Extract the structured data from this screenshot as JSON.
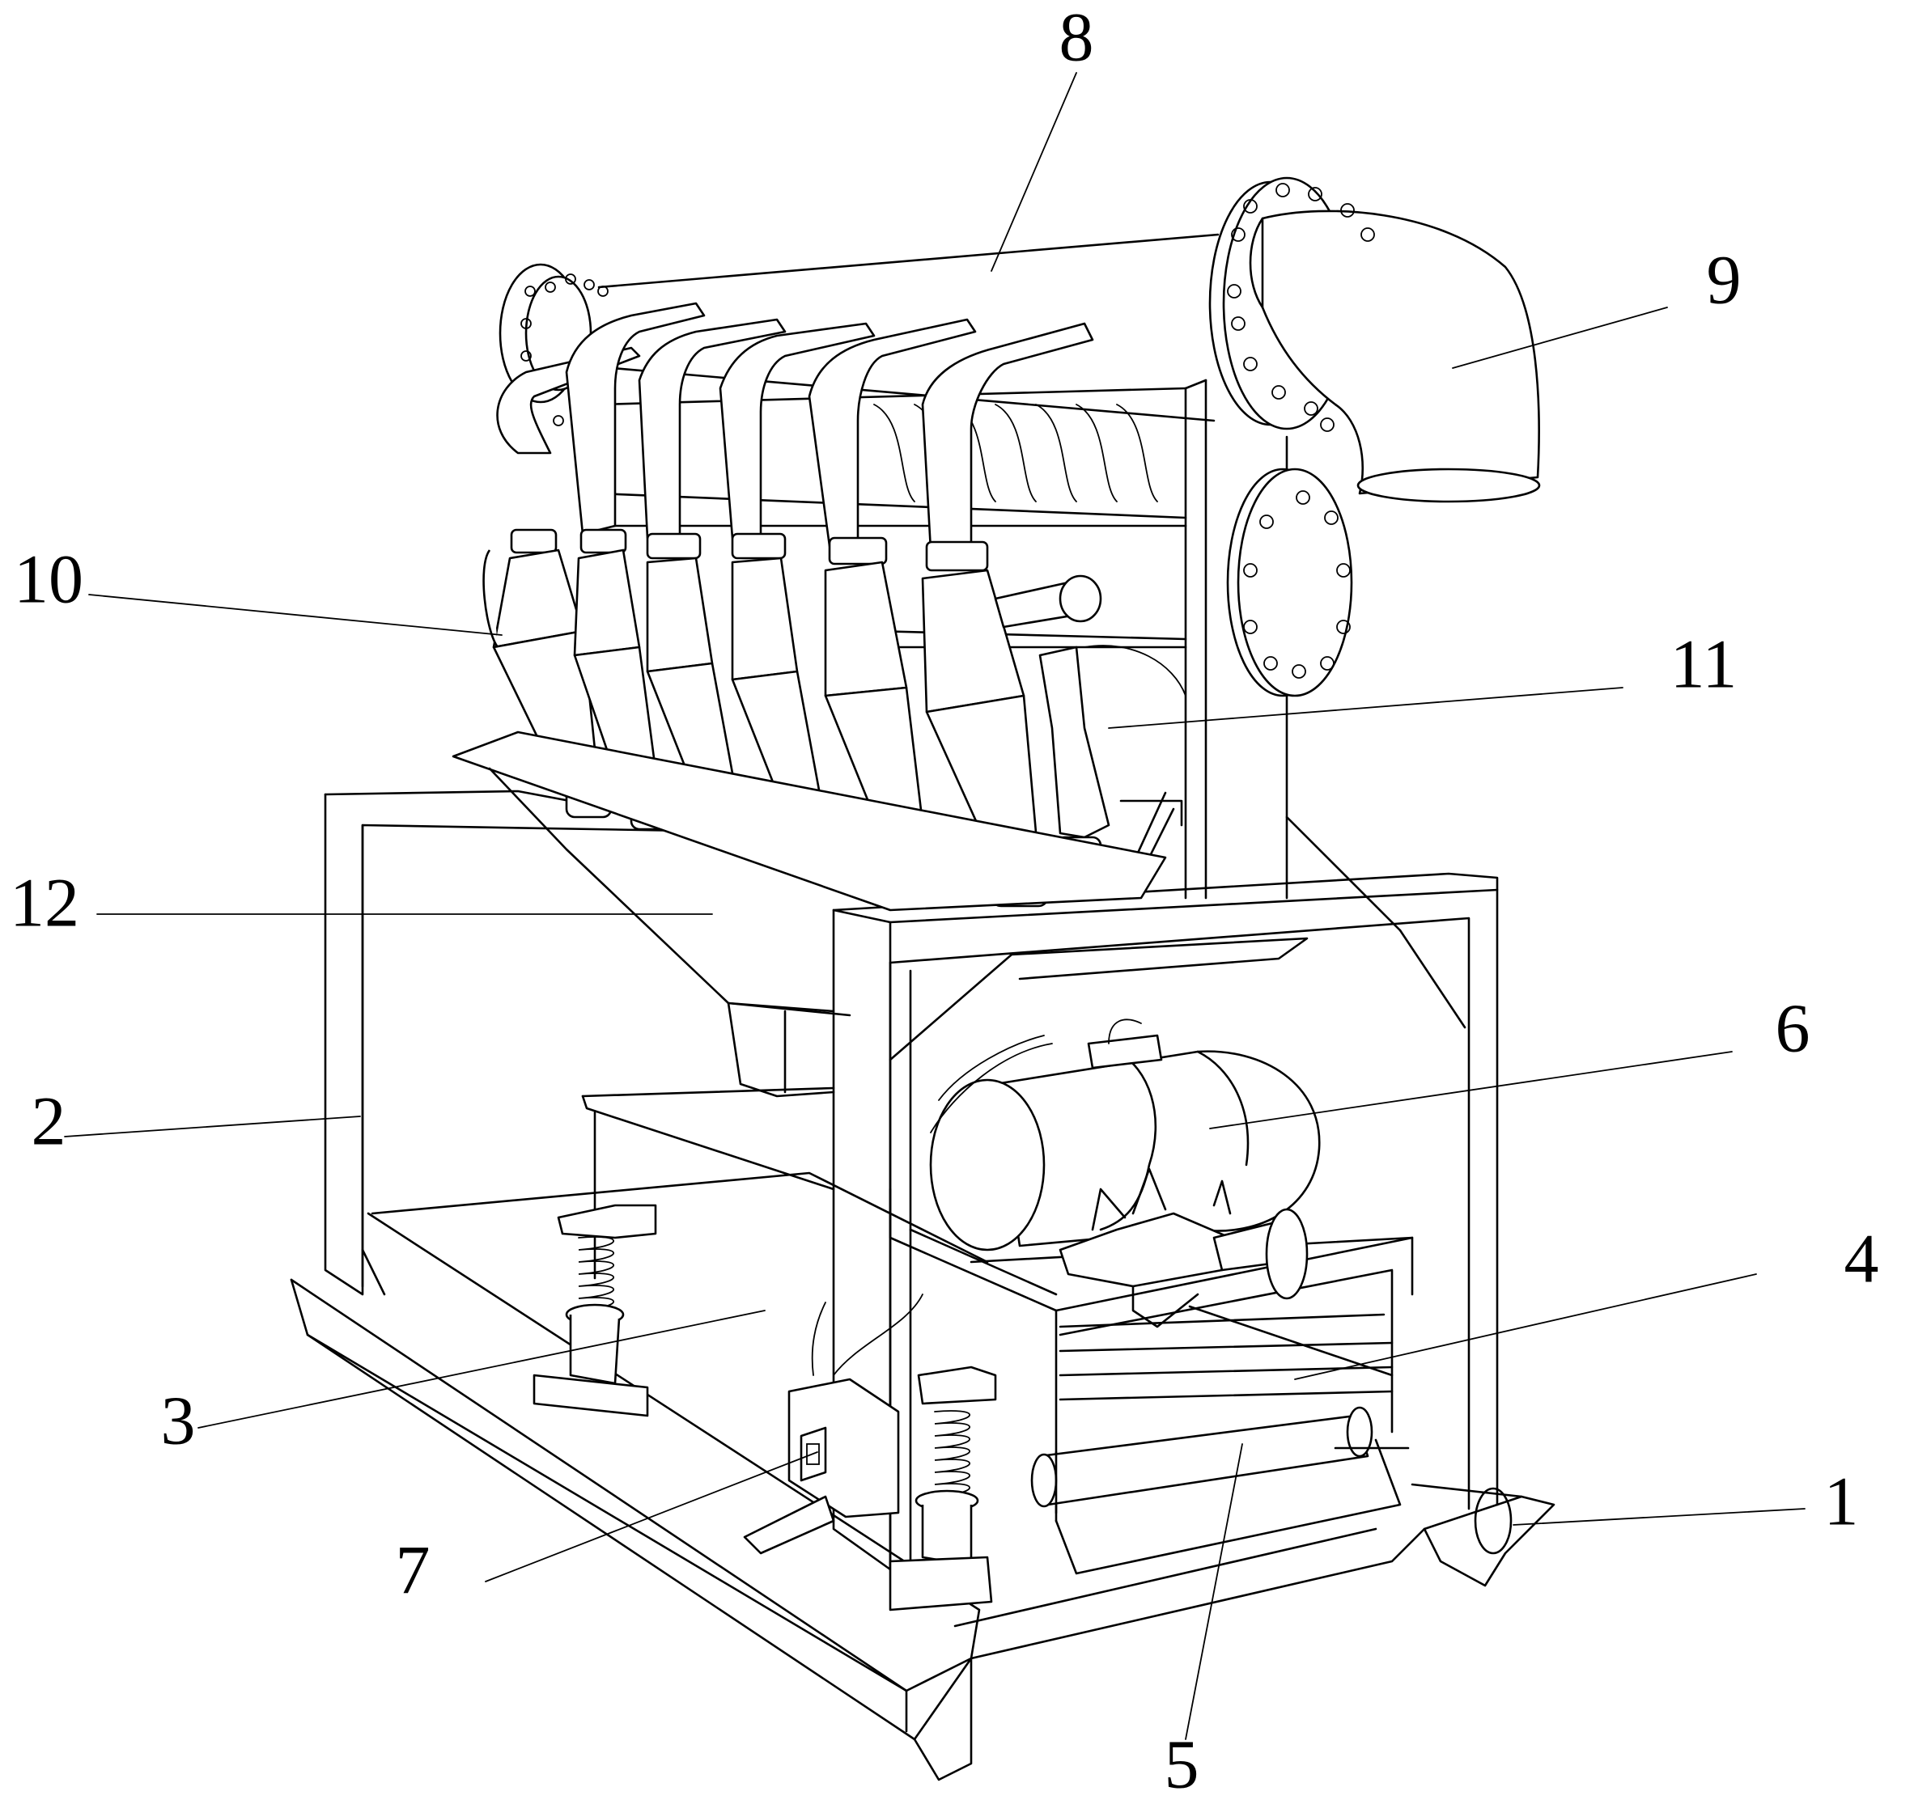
{
  "figure": {
    "kind": "patent-style line drawing of a cyclone desander / desilter unit"
  },
  "callouts": [
    {
      "id": "1",
      "label": "1"
    },
    {
      "id": "2",
      "label": "2"
    },
    {
      "id": "3",
      "label": "3"
    },
    {
      "id": "4",
      "label": "4"
    },
    {
      "id": "5",
      "label": "5"
    },
    {
      "id": "6",
      "label": "6"
    },
    {
      "id": "7",
      "label": "7"
    },
    {
      "id": "8",
      "label": "8"
    },
    {
      "id": "9",
      "label": "9"
    },
    {
      "id": "10",
      "label": "10"
    },
    {
      "id": "11",
      "label": "11"
    },
    {
      "id": "12",
      "label": "12"
    }
  ],
  "colors": {
    "ink": "#000000",
    "paper": "#ffffff"
  }
}
